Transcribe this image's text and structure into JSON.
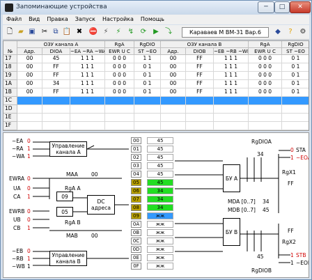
{
  "window": {
    "title": "Запоминающие устройства",
    "minimize": "─",
    "maximize": "□",
    "close": "✕"
  },
  "menu": [
    "Файл",
    "Вид",
    "Правка",
    "Запуск",
    "Настройка",
    "Помощь"
  ],
  "toolbar": {
    "device": "Караваев М ВМ-31 Вар.6",
    "icons": [
      "new-file-icon",
      "open-folder-icon",
      "save-icon",
      "cut-icon",
      "copy-icon",
      "paste-icon",
      "delete-icon",
      "stop-icon",
      "run-fast-icon",
      "step-icon",
      "reset-icon",
      "cycle-icon",
      "play-icon",
      "info-icon",
      "help-icon",
      "settings-icon"
    ]
  },
  "grid": {
    "group_headers": [
      {
        "label": "ОЗУ канала А"
      },
      {
        "label": "RgA"
      },
      {
        "label": "RgDIO"
      },
      {
        "label": "ОЗУ канала В"
      },
      {
        "label": "RgA"
      },
      {
        "label": "RgDIO"
      }
    ],
    "sub_headers": [
      "№",
      "Адр.",
      "DIOA",
      "~EA ~RA ~WA",
      "EWR U C",
      "ST ~EO",
      "Адр.",
      "DIOB",
      "~EB ~RB ~WB",
      "EWR U C",
      "ST ~EO"
    ],
    "rows": [
      {
        "n": "17",
        "a": "00",
        "dio": "45",
        "c": "1  1  1",
        "r": "0  0  0",
        "s": "1  1",
        "b": "00",
        "diob": "FF",
        "cb": "1  1  1",
        "rb": "0  0  0",
        "sb": "0  1"
      },
      {
        "n": "18",
        "a": "00",
        "dio": "FF",
        "c": "1  1  1",
        "r": "0  0  0",
        "s": "0  1",
        "b": "00",
        "diob": "FF",
        "cb": "1  1  1",
        "rb": "0  0  0",
        "sb": "0  1"
      },
      {
        "n": "19",
        "a": "00",
        "dio": "FF",
        "c": "1  1  1",
        "r": "0  0  0",
        "s": "0  1",
        "b": "00",
        "diob": "FF",
        "cb": "1  1  1",
        "rb": "0  0  0",
        "sb": "0  1"
      },
      {
        "n": "1A",
        "a": "00",
        "dio": "34",
        "c": "1  1  1",
        "r": "0  0  0",
        "s": "0  1",
        "b": "00",
        "diob": "FF",
        "cb": "1  1  1",
        "rb": "0  0  0",
        "sb": "0  1"
      },
      {
        "n": "1B",
        "a": "00",
        "dio": "FF",
        "c": "1  1  1",
        "r": "0  0  0",
        "s": "0  1",
        "b": "00",
        "diob": "FF",
        "cb": "1  1  1",
        "rb": "0  0  0",
        "sb": "0  1"
      },
      {
        "n": "1C",
        "a": "",
        "dio": "",
        "c": "",
        "r": "",
        "s": "",
        "b": "",
        "diob": "",
        "cb": "",
        "rb": "",
        "sb": ""
      },
      {
        "n": "1D",
        "a": "",
        "dio": "",
        "c": "",
        "r": "",
        "s": "",
        "b": "",
        "diob": "",
        "cb": "",
        "rb": "",
        "sb": ""
      },
      {
        "n": "1E",
        "a": "",
        "dio": "",
        "c": "",
        "r": "",
        "s": "",
        "b": "",
        "diob": "",
        "cb": "",
        "rb": "",
        "sb": ""
      },
      {
        "n": "1F",
        "a": "",
        "dio": "",
        "c": "",
        "r": "",
        "s": "",
        "b": "",
        "diob": "",
        "cb": "",
        "rb": "",
        "sb": ""
      }
    ]
  },
  "diagram": {
    "signals_a": [
      "~EA",
      "~RA",
      "~WA"
    ],
    "signals_a_vals": [
      "0",
      "1",
      "1"
    ],
    "ctrl_a": "Управление канала А",
    "maa": "MAA",
    "maa_val": "00",
    "ewra": "EWRA",
    "ua": "UA",
    "ca": "CA",
    "ewra_v": "0",
    "ua_v": "0",
    "ca_v": "1",
    "rga": "RgA A",
    "rga_val": "09",
    "dc": "DC адреса",
    "ewrb": "EWRB",
    "ub": "UB",
    "cb": "CB",
    "ewrb_v": "0",
    "ub_v": "0",
    "cb_v": "1",
    "rgb": "RgA B",
    "rgb_val": "05",
    "mab": "MAB",
    "mab_val": "00",
    "signals_b": [
      "~EB",
      "~RB",
      "~WB"
    ],
    "signals_b_vals": [
      "0",
      "1",
      "1"
    ],
    "ctrl_b": "Управление канала В",
    "addresses": [
      "00",
      "01",
      "02",
      "03",
      "04",
      "05",
      "06",
      "07",
      "08",
      "09",
      "0A",
      "0B",
      "0C",
      "0D",
      "0E",
      "0F"
    ],
    "memory": [
      "45",
      "45",
      "45",
      "45",
      "45",
      "45",
      "34",
      "34",
      "34",
      "жж",
      "жж",
      "жж",
      "жж",
      "жж",
      "жж",
      "жж"
    ],
    "bua": "БУ А",
    "bub": "БУ В",
    "rgdioa": "RgDIOA",
    "rgdioa_val": "34",
    "sta": "STA",
    "sta_v": "0",
    "eoa": "~EOA",
    "eoa_v": "1",
    "rgx1": "RgX1",
    "rgx1_val": "FF",
    "mda": "MDA [0..7]",
    "mda_val": "34",
    "mdb": "MDB [0..7]",
    "mdb_val": "45",
    "rgx2": "RgX2",
    "rgx2_val": "FF",
    "rgdiob": "RgDIOB",
    "rgdiob_val": "45",
    "stb": "STB",
    "stb_v": "1",
    "eob": "~EOB",
    "eob_v": "1",
    "colors": {
      "green": "#22dd22",
      "blue": "#3399ff",
      "olive": "#b8a000",
      "red": "#d00000"
    }
  }
}
